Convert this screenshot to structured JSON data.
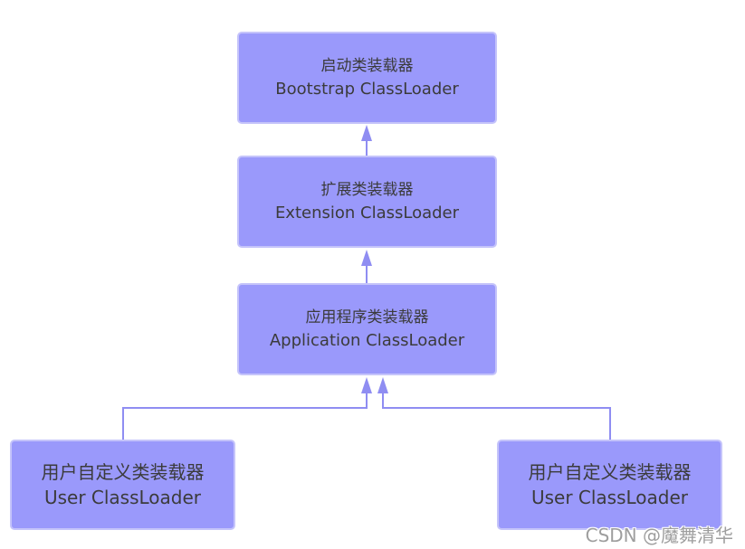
{
  "nodes": {
    "bootstrap": {
      "label_zh": "启动类装载器",
      "label_en": "Bootstrap ClassLoader"
    },
    "extension": {
      "label_zh": "扩展类装载器",
      "label_en": "Extension ClassLoader"
    },
    "application": {
      "label_zh": "应用程序类装载器",
      "label_en": "Application ClassLoader"
    },
    "user_left": {
      "label_zh": "用户自定义类装载器",
      "label_en": "User ClassLoader"
    },
    "user_right": {
      "label_zh": "用户自定义类装载器",
      "label_en": "User ClassLoader"
    }
  },
  "edges": [
    {
      "from": "extension",
      "to": "bootstrap",
      "style": "arrow-up"
    },
    {
      "from": "application",
      "to": "extension",
      "style": "arrow-up"
    },
    {
      "from": "user_left",
      "to": "application",
      "style": "arrow-up"
    },
    {
      "from": "user_right",
      "to": "application",
      "style": "arrow-up"
    }
  ],
  "watermark": {
    "text": "CSDN @魔舞清华"
  },
  "colors": {
    "background": "#ffffff",
    "box_fill": "#9a99fb",
    "box_border": "#c5c4fa",
    "connector": "#8f8df2",
    "text": "#3b3b3b",
    "watermark": "#9e9e9e"
  }
}
